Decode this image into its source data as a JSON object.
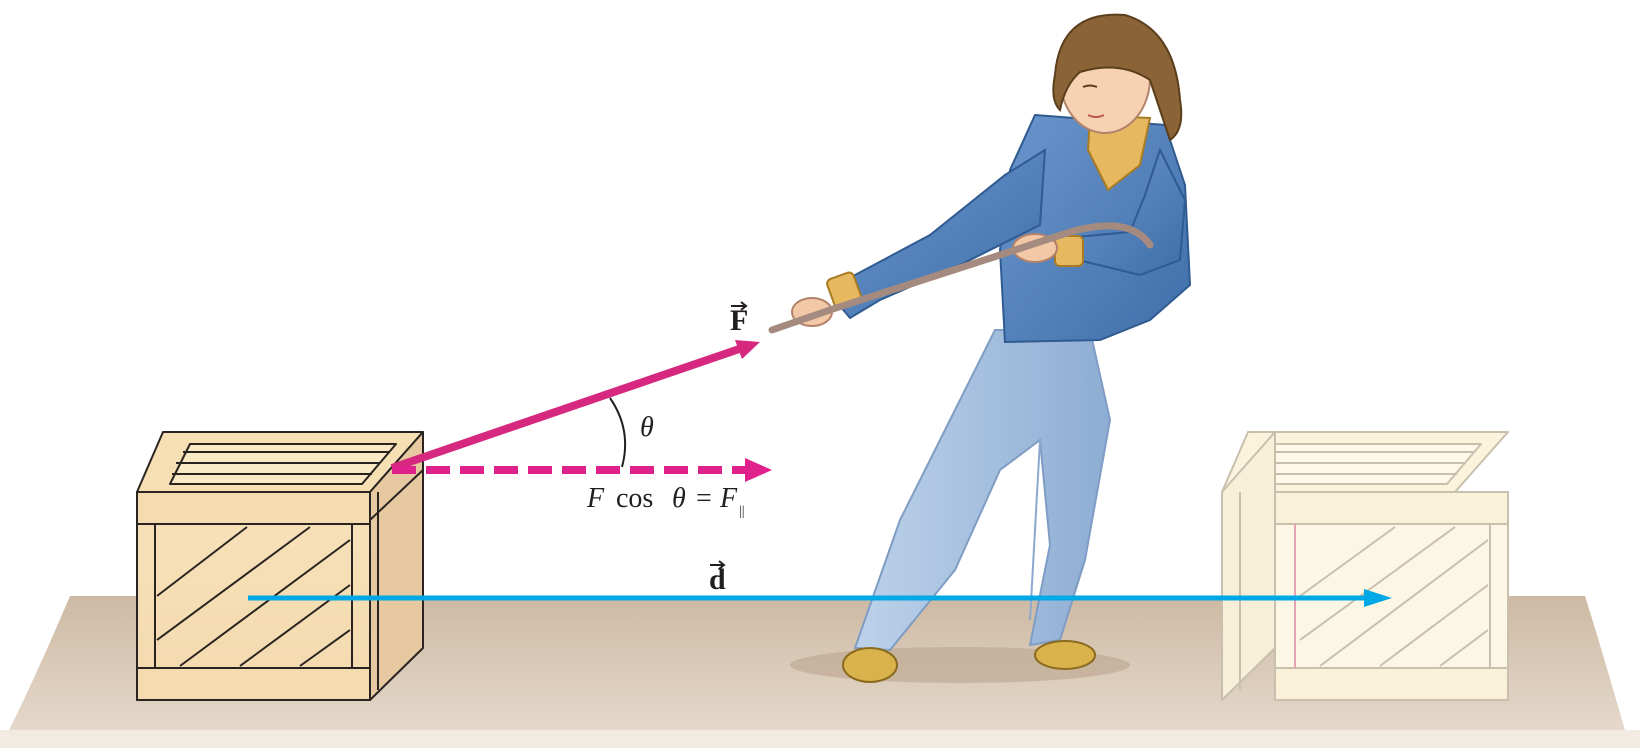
{
  "labels": {
    "force": "F",
    "theta": "θ",
    "component_F": "F",
    "component_cos": "cos",
    "component_theta": "θ",
    "component_eq": "=",
    "component_F2": "F",
    "component_sub": "||",
    "displacement": "d"
  },
  "colors": {
    "force_vector": "#d6287f",
    "force_component": "#e1218b",
    "displacement_vector": "#00a9e6",
    "floor": "#d8c6b0",
    "crate": "#f6deb4",
    "crate_faded": "#fbf5e0",
    "sweater": "#5b88bf",
    "jeans": "#a9c3e0",
    "hair": "#8a6436",
    "scarf": "#e6b860",
    "rope": "#a58b7f"
  },
  "icons": {
    "force_arrow": "arrow-up-right",
    "component_arrow": "dashed-arrow-right",
    "displacement_arrow": "arrow-right",
    "angle_arc": "arc"
  }
}
